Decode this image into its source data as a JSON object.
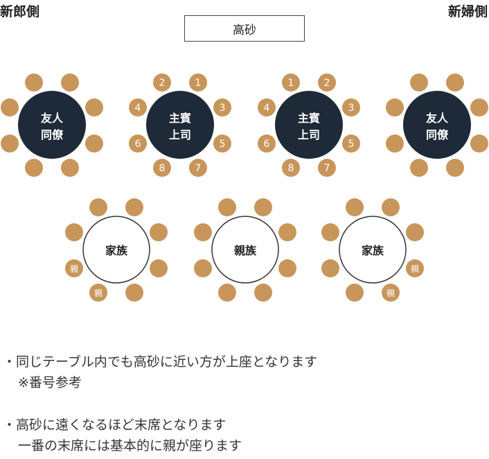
{
  "header": {
    "groom_side": "新郎側",
    "bride_side": "新婦側",
    "head_table": "高砂"
  },
  "tables": [
    {
      "type": "dark",
      "line1": "友人",
      "line2": "同僚",
      "seats": []
    },
    {
      "type": "dark",
      "line1": "主賓",
      "line2": "上司",
      "seats": [
        "2",
        "1",
        "4",
        "3",
        "6",
        "5",
        "8",
        "7"
      ]
    },
    {
      "type": "dark",
      "line1": "主賓",
      "line2": "上司",
      "seats": [
        "1",
        "2",
        "4",
        "3",
        "6",
        "5",
        "8",
        "7"
      ]
    },
    {
      "type": "dark",
      "line1": "友人",
      "line2": "同僚",
      "seats": []
    },
    {
      "type": "light",
      "line1": "家族",
      "line2": "",
      "seats": [
        "",
        "",
        "",
        "",
        "親",
        "",
        "親",
        ""
      ]
    },
    {
      "type": "light",
      "line1": "親族",
      "line2": "",
      "seats": []
    },
    {
      "type": "light",
      "line1": "家族",
      "line2": "",
      "seats": [
        "",
        "",
        "",
        "",
        "",
        "親",
        "",
        "親"
      ]
    }
  ],
  "notes": [
    {
      "line1": "・同じテーブル内でも高砂に近い方が上座となります",
      "line2": "※番号参考"
    },
    {
      "line1": "・高砂に遠くなるほど末席となります",
      "line2": "一番の末席には基本的に親が座ります"
    }
  ],
  "colors": {
    "dark_table": "#1e2a38",
    "seat": "#c8965a",
    "light_border": "#333333"
  }
}
